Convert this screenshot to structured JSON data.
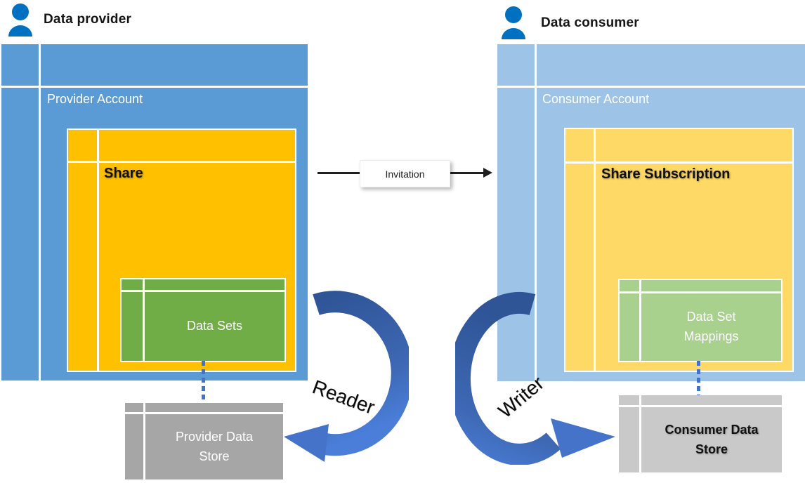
{
  "header": {
    "provider_label": "Data provider",
    "consumer_label": "Data consumer"
  },
  "provider": {
    "account_label": "Provider Account",
    "share_label": "Share",
    "datasets_label": "Data Sets",
    "store_label": "Provider Data\nStore"
  },
  "consumer": {
    "account_label": "Consumer Account",
    "subscription_label": "Share Subscription",
    "mappings_label": "Data Set\nMappings",
    "store_label": "Consumer Data\nStore"
  },
  "flows": {
    "invitation_label": "Invitation",
    "reader_label": "Reader",
    "writer_label": "Writer"
  },
  "colors": {
    "provider_account_blue": "#5B9BD5",
    "consumer_account_blue": "#9DC3E6",
    "share_orange": "#FFC000",
    "subscription_yellow": "#FFD966",
    "datasets_green": "#70AD47",
    "mappings_green": "#A9D18E",
    "provider_store_gray": "#A6A6A6",
    "consumer_store_gray": "#C9C9C9",
    "curved_arrow_dark": "#2F5597",
    "curved_arrow_light": "#4472C4",
    "person_blue": "#0070C0"
  }
}
